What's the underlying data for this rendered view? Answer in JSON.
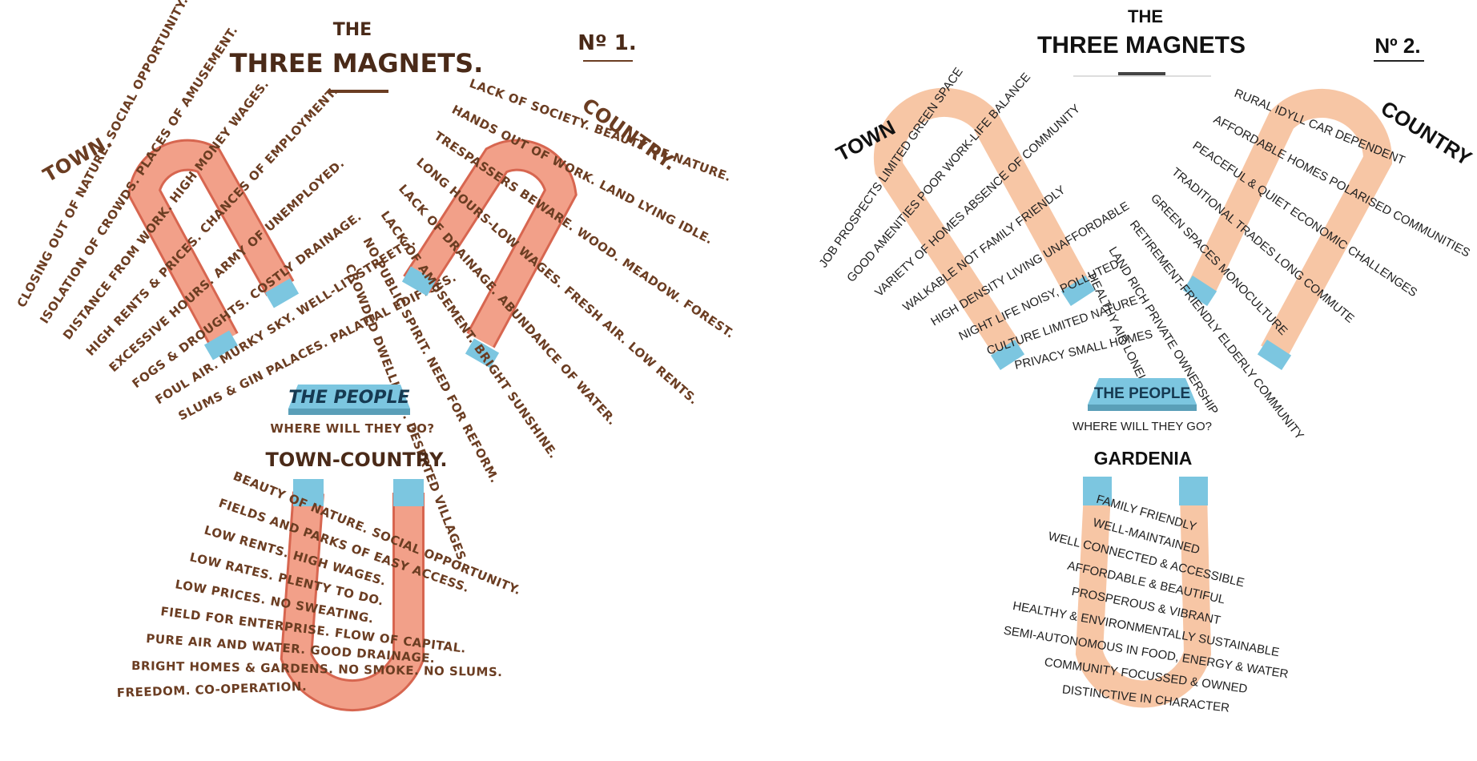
{
  "diagram1": {
    "the": "THE",
    "title": "THREE MAGNETS.",
    "number": "Nº 1.",
    "town": {
      "label": "TOWN.",
      "lines": [
        "CLOSING OUT OF NATURE. SOCIAL OPPORTUNITY.",
        "ISOLATION OF CROWDS. PLACES OF AMUSEMENT.",
        "DISTANCE FROM WORK. HIGH MONEY WAGES.",
        "HIGH RENTS & PRICES. CHANCES OF EMPLOYMENT.",
        "EXCESSIVE HOURS. ARMY OF UNEMPLOYED.",
        "FOGS & DROUGHTS. COSTLY DRAINAGE.",
        "FOUL AIR. MURKY SKY. WELL-LIT STREETS.",
        "SLUMS & GIN PALACES. PALATIAL EDIFICES."
      ]
    },
    "country": {
      "label": "COUNTRY.",
      "lines": [
        "LACK OF SOCIETY. BEAUTY OF NATURE.",
        "HANDS OUT OF WORK. LAND LYING IDLE.",
        "TRESPASSERS BEWARE. WOOD. MEADOW. FOREST.",
        "LONG HOURS-LOW WAGES. FRESH AIR. LOW RENTS.",
        "LACK OF DRAINAGE. ABUNDANCE OF WATER.",
        "LACK OF AMUSEMENT. BRIGHT SUNSHINE.",
        "NO PUBLIC SPIRIT. NEED FOR REFORM.",
        "CROWDED DWELLINGS. DESERTED VILLAGES."
      ]
    },
    "people": "THE PEOPLE",
    "question": "WHERE WILL THEY GO?",
    "tc": {
      "label": "TOWN-COUNTRY.",
      "lines": [
        "BEAUTY OF NATURE. SOCIAL OPPORTUNITY.",
        "FIELDS AND PARKS OF EASY ACCESS.",
        "LOW RENTS. HIGH WAGES.",
        "LOW RATES. PLENTY TO DO.",
        "LOW PRICES. NO SWEATING.",
        "FIELD FOR ENTERPRISE. FLOW OF CAPITAL.",
        "PURE AIR AND WATER. GOOD DRAINAGE.",
        "BRIGHT HOMES & GARDENS. NO SMOKE. NO SLUMS.",
        "FREEDOM. CO-OPERATION."
      ]
    }
  },
  "diagram2": {
    "the": "THE",
    "title": "THREE MAGNETS",
    "number": "Nº 2.",
    "town": {
      "label": "TOWN",
      "lines": [
        "JOB PROSPECTS  LIMITED GREEN SPACE",
        "GOOD AMENITIES  POOR WORK-LIFE BALANCE",
        "VARIETY OF HOMES  ABSENCE OF COMMUNITY",
        "WALKABLE  NOT FAMILY FRIENDLY",
        "HIGH DENSITY LIVING  UNAFFORDABLE",
        "NIGHT LIFE  NOISY, POLLUTED",
        "CULTURE  LIMITED NATURE",
        "PRIVACY  SMALL HOMES"
      ]
    },
    "country": {
      "label": "COUNTRY",
      "lines": [
        "RURAL IDYLL  CAR DEPENDENT",
        "AFFORDABLE HOMES  POLARISED COMMUNITIES",
        "PEACEFUL & QUIET  ECONOMIC CHALLENGES",
        "TRADITIONAL TRADES  LONG COMMUTE",
        "GREEN SPACES  MONOCULTURE",
        "RETIREMENT-FRIENDLY  ELDERLY COMMUNITY",
        "LAND RICH  PRIVATE OWNERSHIP",
        "HEALTHY AIR  LONELY"
      ]
    },
    "people": "THE PEOPLE",
    "question": "WHERE WILL THEY GO?",
    "gardenia": {
      "label": "GARDENIA",
      "lines": [
        "FAMILY FRIENDLY",
        "WELL-MAINTAINED",
        "WELL CONNECTED & ACCESSIBLE",
        "AFFORDABLE & BEAUTIFUL",
        "PROSPEROUS & VIBRANT",
        "HEALTHY & ENVIRONMENTALLY SUSTAINABLE",
        "SEMI-AUTONOMOUS IN FOOD, ENERGY & WATER",
        "COMMUNITY FOCUSSED & OWNED",
        "DISTINCTIVE IN CHARACTER"
      ]
    }
  },
  "colors": {
    "magnet_old": "#f2a089",
    "magnet_old_edge": "#d76650",
    "magnet_new": "#f7c6a5",
    "pole": "#7cc6e0",
    "ink_old": "#6b3d22",
    "ink_new": "#1f1f1f"
  }
}
